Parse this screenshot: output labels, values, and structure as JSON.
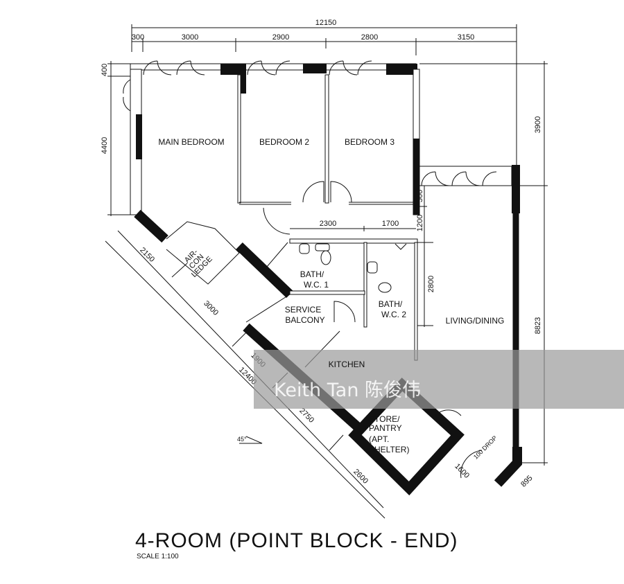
{
  "title": "4-ROOM (POINT BLOCK - END)",
  "scale": "SCALE  1:100",
  "watermark": "Keith Tan 陈俊伟",
  "rooms": {
    "main_bedroom": "MAIN BEDROOM",
    "bedroom_2": "BEDROOM 2",
    "bedroom_3": "BEDROOM 3",
    "bath1_a": "BATH/",
    "bath1_b": "W.C. 1",
    "bath2_a": "BATH/",
    "bath2_b": "W.C. 2",
    "service_a": "SERVICE",
    "service_b": "BALCONY",
    "kitchen": "KITCHEN",
    "living": "LIVING/DINING",
    "store_a": "STORE/",
    "store_b": "PANTRY",
    "store_c": "(APT.",
    "store_d": "SHELTER)",
    "aircon_a": "AIR-",
    "aircon_b": "CON",
    "aircon_c": "LEDGE"
  },
  "dimensions": {
    "overall_width": "12150",
    "w1": "300",
    "w2": "3000",
    "w3": "2900",
    "w4": "2800",
    "w5": "3150",
    "left_1": "400",
    "left_2": "4400",
    "right_1": "3900",
    "right_2": "8823",
    "inner_1": "500",
    "inner_2": "1200",
    "inner_3": "2800",
    "bath_1": "2300",
    "bath_2": "1700",
    "diag_1": "2150",
    "diag_2": "3000",
    "diag_3": "1900",
    "diag_total": "12400",
    "diag_4": "2750",
    "diag_5": "2600",
    "door_1": "1600",
    "drop": "100 DROP",
    "corner": "895",
    "angle": "45°"
  }
}
